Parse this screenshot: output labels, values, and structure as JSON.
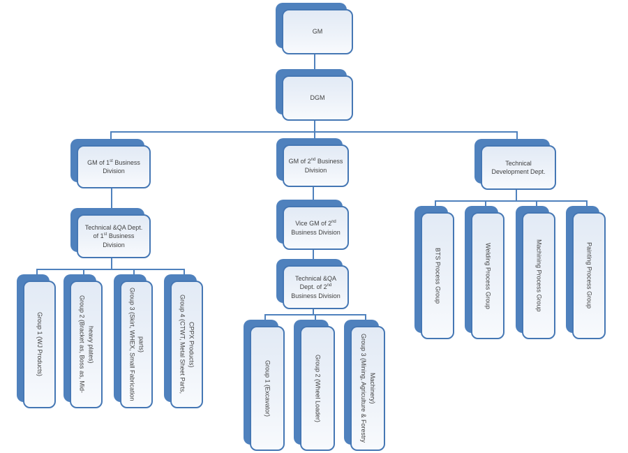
{
  "palette": {
    "accent": "#4f81bd",
    "node_border": "#4577b4",
    "node_fill": "#edf2f9",
    "node_fill_top": "#e2eaf5",
    "node_fill_bottom": "#f8fafd",
    "text": "#3f3f3f"
  },
  "nodes": {
    "gm": {
      "label": "GM"
    },
    "dgm": {
      "label": "DGM"
    },
    "gm_div1": {
      "pre": "GM of 1",
      "sup": "st",
      "post": " Business Division"
    },
    "qa_div1": {
      "pre": "Technical &QA Dept. of 1",
      "sup": "st",
      "post": " Business Division"
    },
    "gm_div2": {
      "pre": "GM of 2",
      "sup": "nd",
      "post": " Business Division"
    },
    "vice_gm_div2": {
      "pre": "Vice GM of 2",
      "sup": "nd",
      "post": " Business Division"
    },
    "qa_div2": {
      "pre": "Technical &QA Dept. of 2",
      "sup": "nd",
      "post": " Business Division"
    },
    "tech_dev_dept": {
      "label": "Technical Development Dept."
    },
    "div1_groups": [
      "Group 1 (WJ Products)",
      "Group 2 (Bracket as, Boss as, Mid-heavy plates)",
      "Group 3 (Skirt, WHEX, Small Fabrication parts)",
      "Group 4 (CTWT, Metal Sheet Parts, CPPX Products)"
    ],
    "div2_groups": [
      "Group 1 (Excavator)",
      "Group 2 (Wheel Loader)",
      "Group 3 (Mining, Agriculture & Forestry Machinery)"
    ],
    "tdd_groups": [
      "BTS Process Group",
      "Welding Process Group",
      "Machining Process Group",
      "Painting Process Group"
    ]
  }
}
